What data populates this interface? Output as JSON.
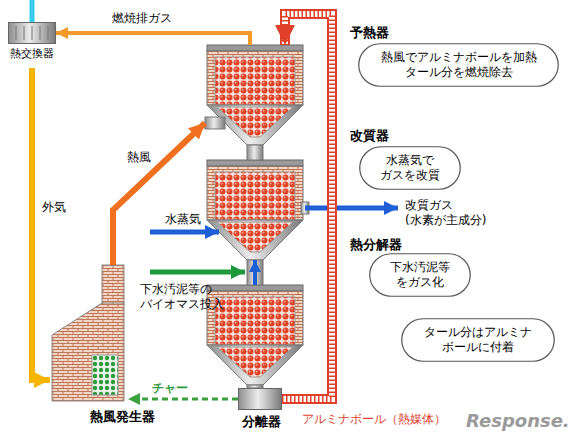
{
  "diagram": {
    "nodes": [
      {
        "text": [
          "熱交換器"
        ]
      },
      {
        "text": [
          "予熱器"
        ]
      },
      {
        "text": [
          "熱風でアルミナボールを加熱 タール分を燃焼除去"
        ]
      },
      {
        "text": [
          "改質器"
        ]
      },
      {
        "text": [
          "水蒸気で ガスを改質"
        ]
      },
      {
        "text": [
          "熱分解器"
        ]
      },
      {
        "text": [
          "下水汚泥等 をガス化"
        ]
      },
      {
        "text": [
          "タール分はアルミナ ボールに付着"
        ]
      },
      {
        "text": [
          "熱風発生器"
        ]
      },
      {
        "text": [
          "分離器"
        ]
      }
    ],
    "edges": [
      {
        "from": 1,
        "to": 0,
        "arrow": "to",
        "label": "燃焼排ガス"
      },
      {
        "from": 0,
        "to": 8,
        "arrow": "to",
        "label": "外気"
      },
      {
        "from": 8,
        "to": 1,
        "arrow": "to",
        "label": "熱風"
      },
      {
        "from": 5,
        "to": 3,
        "arrow": "to"
      },
      {
        "from": 9,
        "to": 8,
        "arrow": "to",
        "label": "チャー"
      },
      {
        "from": 9,
        "to": 1,
        "arrow": "to",
        "label": "アルミナボール（熱媒体）"
      }
    ],
    "labels": [
      "改質ガス (水素が主成分)",
      "水蒸気",
      "下水汚泥等の バイオマス投入",
      "Response."
    ]
  }
}
